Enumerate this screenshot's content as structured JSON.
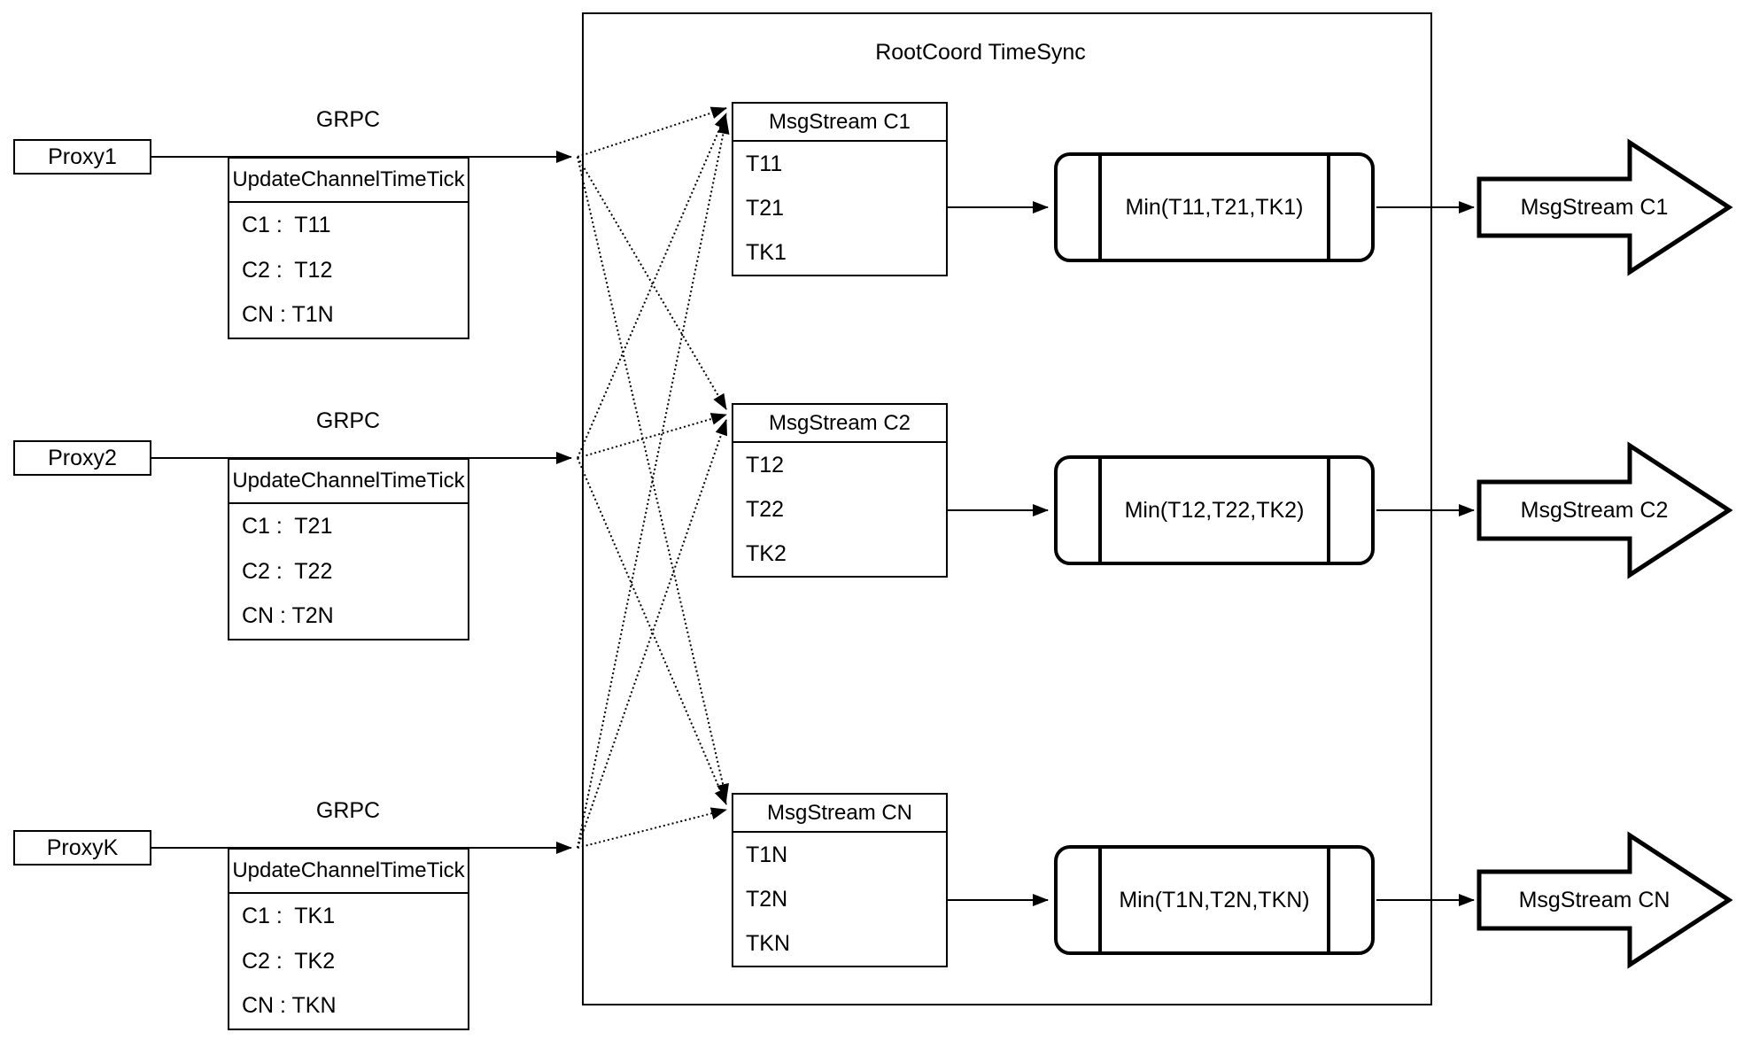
{
  "diagram": {
    "title": "RootCoord TimeSync",
    "rows": [
      {
        "proxy": "Proxy1",
        "grpc": "GRPC",
        "update_table": {
          "header": "UpdateChannelTimeTick",
          "rows": [
            "C1 :  T11",
            "C2 :  T12",
            "CN : T1N"
          ]
        },
        "msgstream_table": {
          "header": "MsgStream C1",
          "rows": [
            "T11",
            "T21",
            "TK1"
          ]
        },
        "min": "Min(T11,T21,TK1)",
        "output": "MsgStream C1"
      },
      {
        "proxy": "Proxy2",
        "grpc": "GRPC",
        "update_table": {
          "header": "UpdateChannelTimeTick",
          "rows": [
            "C1 :  T21",
            "C2 :  T22",
            "CN : T2N"
          ]
        },
        "msgstream_table": {
          "header": "MsgStream C2",
          "rows": [
            "T12",
            "T22",
            "TK2"
          ]
        },
        "min": "Min(T12,T22,TK2)",
        "output": "MsgStream C2"
      },
      {
        "proxy": "ProxyK",
        "grpc": "GRPC",
        "update_table": {
          "header": "UpdateChannelTimeTick",
          "rows": [
            "C1 :  TK1",
            "C2 :  TK2",
            "CN : TKN"
          ]
        },
        "msgstream_table": {
          "header": "MsgStream CN",
          "rows": [
            "T1N",
            "T2N",
            "TKN"
          ]
        },
        "min": "Min(T1N,T2N,TKN)",
        "output": "MsgStream CN"
      }
    ]
  }
}
